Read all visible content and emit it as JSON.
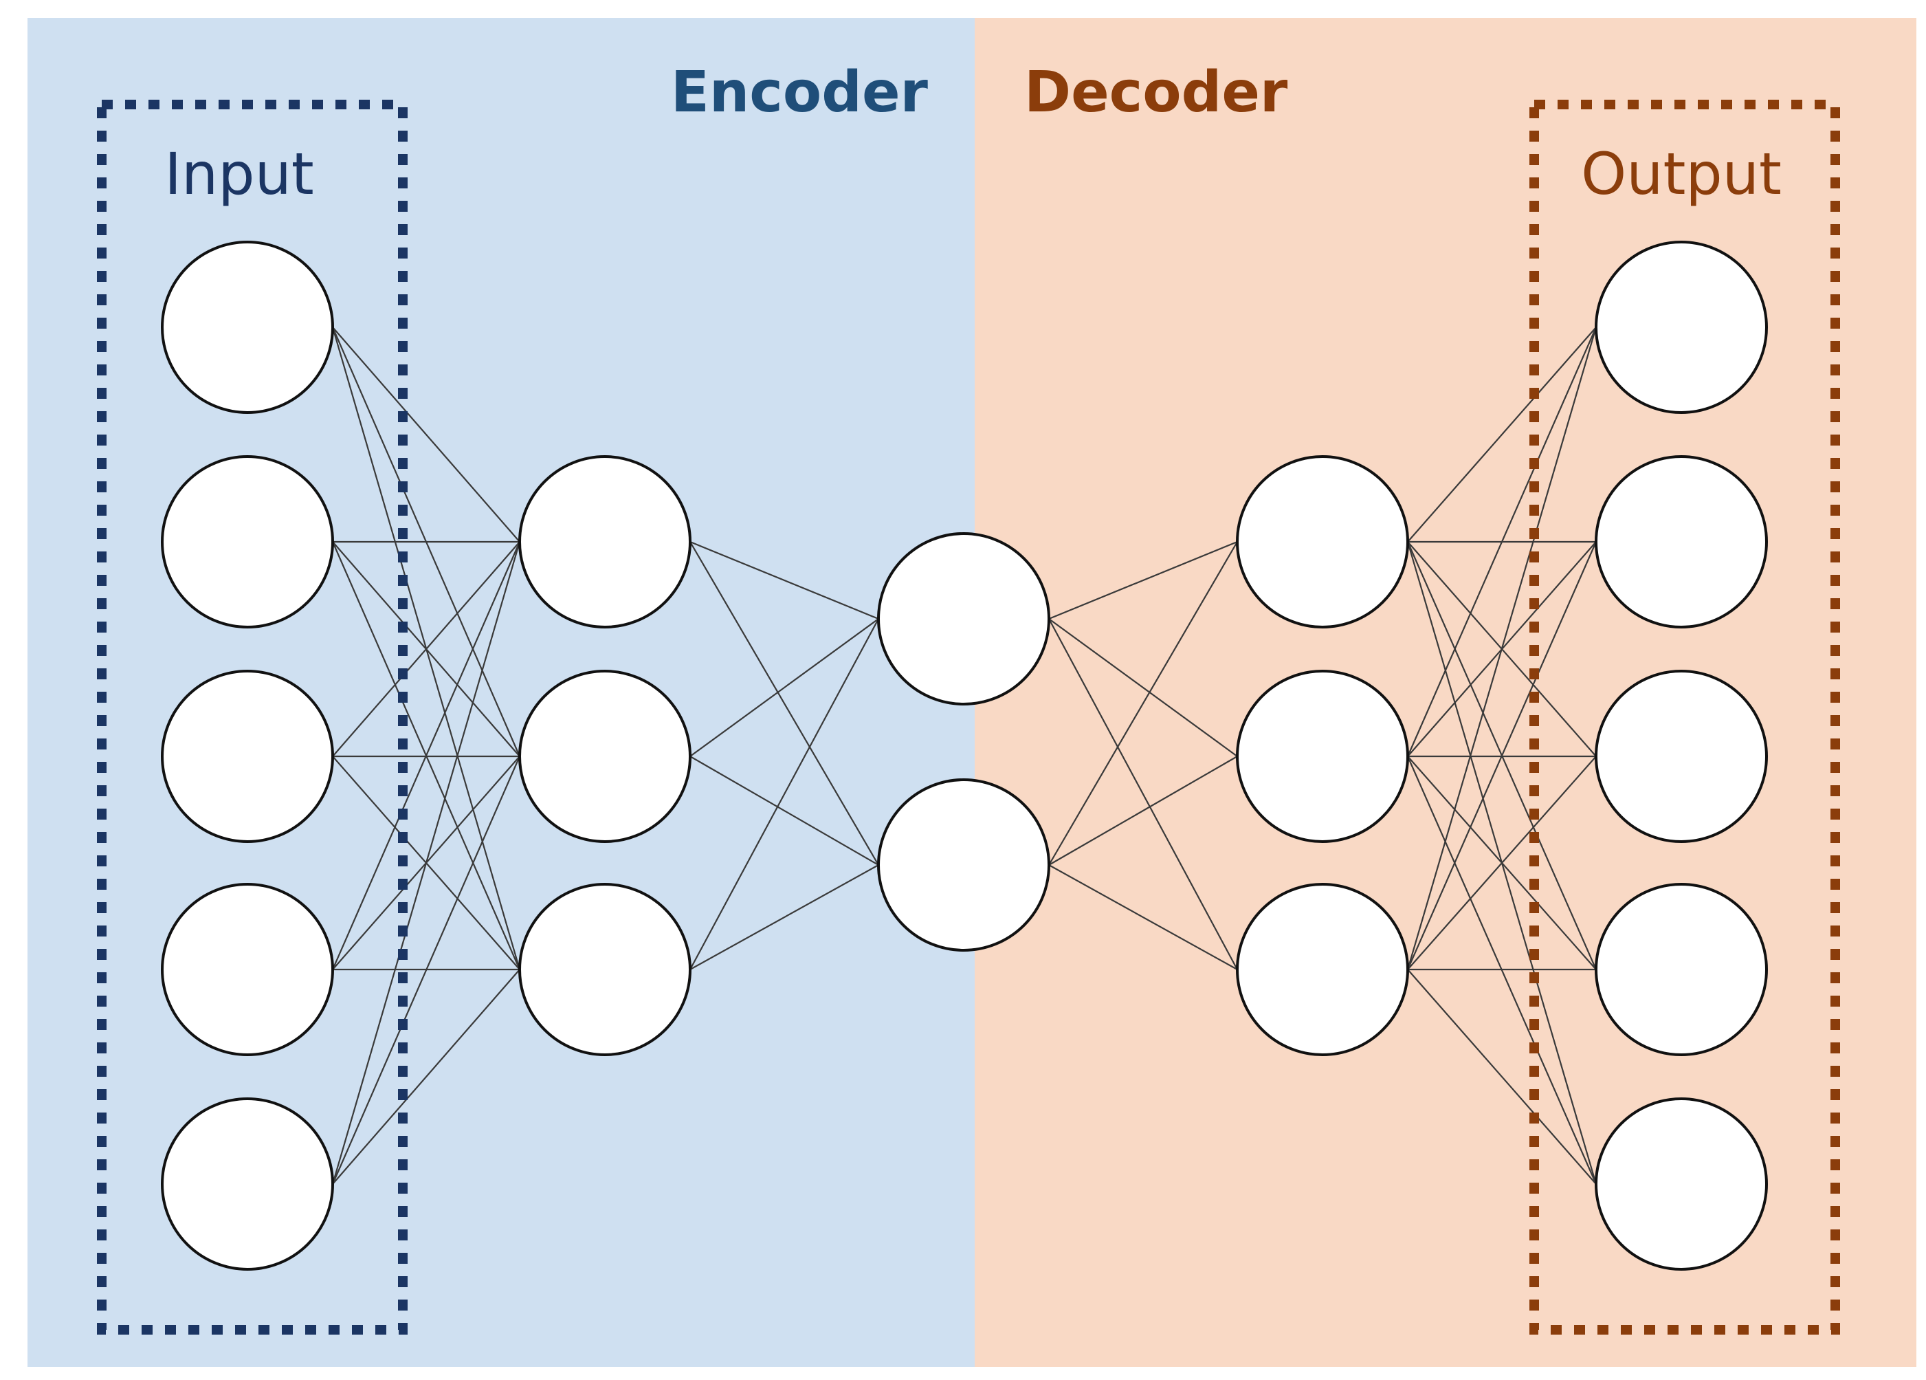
{
  "sections": {
    "encoder": {
      "title": "Encoder",
      "background": "#cfe0f1",
      "accent": "#1f4e79"
    },
    "decoder": {
      "title": "Decoder",
      "background": "#f9d9c5",
      "accent": "#8b3d0b"
    }
  },
  "groups": {
    "input": {
      "label": "Input",
      "color": "#1b3563"
    },
    "output": {
      "label": "Output",
      "color": "#8b3d0b"
    }
  },
  "network": {
    "layer_sizes": [
      5,
      3,
      2,
      3,
      5
    ],
    "layers": [
      "input",
      "encoder-hidden",
      "bottleneck",
      "decoder-hidden",
      "output"
    ]
  }
}
